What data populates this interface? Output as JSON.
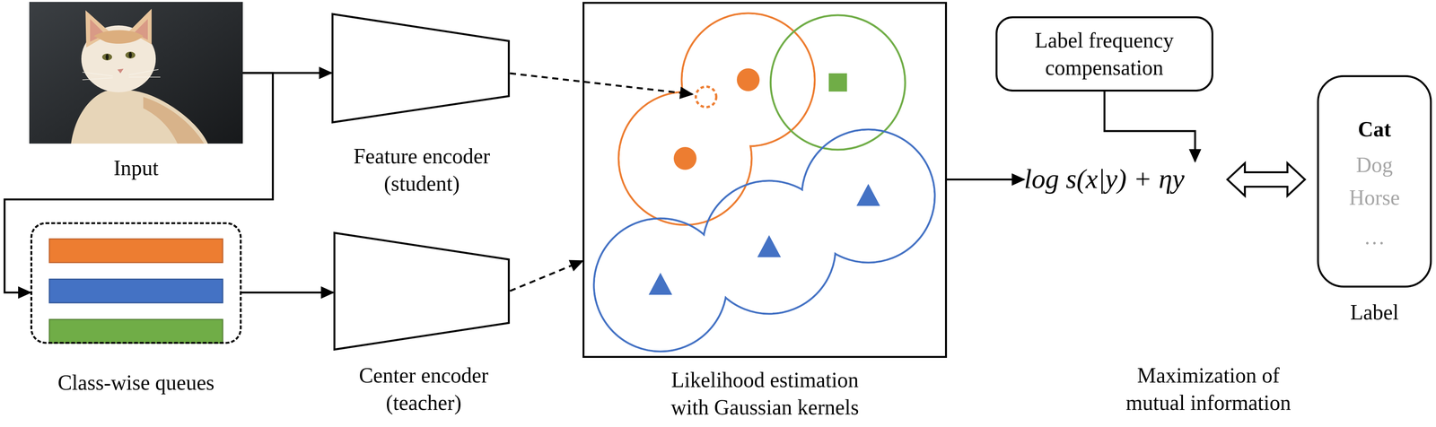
{
  "diagram": {
    "nodes": [
      {
        "text": [
          "Input"
        ]
      },
      {
        "text": [
          "Feature encoder (student)"
        ]
      },
      {
        "text": [
          "Class-wise queues"
        ]
      },
      {
        "text": [
          "Center encoder (teacher)"
        ]
      },
      {
        "text": [
          "Likelihood estimation with Gaussian kernels"
        ]
      },
      {
        "text": [
          "Label frequency compensation"
        ]
      },
      {
        "text": [
          "log s(x|y) + ηy"
        ]
      },
      {
        "text": [
          "Cat",
          "Dog",
          "Horse",
          "…",
          "Label"
        ]
      }
    ],
    "edges": [
      {
        "from": 0,
        "to": 1,
        "arrow": "to"
      },
      {
        "from": 0,
        "to": 2,
        "arrow": "to"
      },
      {
        "from": 2,
        "to": 3,
        "arrow": "to"
      },
      {
        "from": 1,
        "to": 4,
        "arrow": "to"
      },
      {
        "from": 3,
        "to": 4,
        "arrow": "to"
      },
      {
        "from": 4,
        "to": 6,
        "arrow": "to"
      },
      {
        "from": 5,
        "to": 6,
        "arrow": "to"
      },
      {
        "from": 6,
        "to": 7,
        "arrow": "both"
      }
    ],
    "labels": [
      "Maximization of mutual information"
    ]
  }
}
